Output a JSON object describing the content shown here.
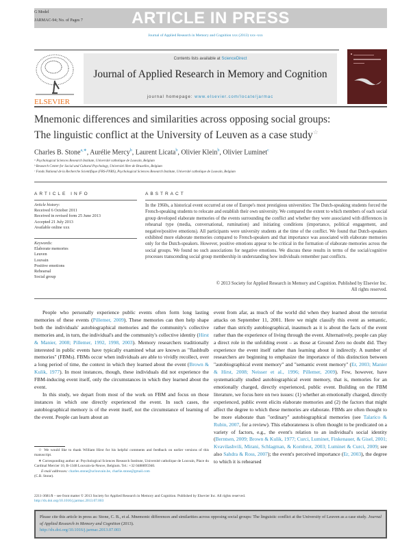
{
  "header": {
    "banner": "ARTICLE IN PRESS",
    "model": "G Model",
    "ref": "JARMAC-94;   No. of Pages 7",
    "journal_line": "Journal of Applied Research in Memory and Cognition xxx (2013) xxx–xxx"
  },
  "masthead": {
    "contents_prefix": "Contents lists available at ",
    "contents_link": "ScienceDirect",
    "journal_title": "Journal of Applied Research in Memory and Cognition",
    "homepage_label": "journal homepage: ",
    "homepage_url": "www.elsevier.com/locate/jarmac",
    "publisher_logo": "ELSEVIER"
  },
  "article": {
    "title_line1": "Mnemonic differences and similarities across opposing social groups:",
    "title_line2": "The linguistic conflict at the University of Leuven as a case study",
    "title_mark": "☆",
    "authors": [
      {
        "name": "Charles B. Stone",
        "sup": "a,∗"
      },
      {
        "name": "Aurélie Mercy",
        "sup": "b"
      },
      {
        "name": "Laurent Licata",
        "sup": "b"
      },
      {
        "name": "Olivier Klein",
        "sup": "b"
      },
      {
        "name": "Olivier Luminet",
        "sup": "c"
      }
    ],
    "affiliations": [
      "ᵃ Psychological Sciences Research Institute, Université catholique de Louvain, Belgium",
      "ᵇ Research Center for Social and Cultural Psychology, Université libre de Bruxelles, Belgium",
      "ᶜ Fonds National de la Recherche Scientifique (FRS-FNRS), Psychological Sciences Research Institute, Université catholique de Louvain, Belgium"
    ]
  },
  "info": {
    "heading": "ARTICLE INFO",
    "history_label": "Article history:",
    "history": [
      "Received 6 October 2011",
      "Received in revised form 25 June 2013",
      "Accepted 21 July 2013",
      "Available online xxx"
    ],
    "keywords_label": "Keywords:",
    "keywords": [
      "Elaborate memories",
      "Leuven",
      "Louvain",
      "Positive emotions",
      "Rehearsal",
      "Social group"
    ]
  },
  "abstract": {
    "heading": "ABSTRACT",
    "text": "In the 1960s, a historical event occurred at one of Europe's most prestigious universities: The Dutch-speaking students forced the French-speaking students to relocate and establish their own university. We compared the extent to which members of each social group developed elaborate memories of the events surrounding the conflict and whether they were associated with differences in rehearsal type (media, conversational, rumination) and initiating conditions (importance, political engagement, and negative/positive emotions). All participants were university students at the time of the conflict. We found that Dutch-speakers exhibited more elaborate memories compared to French-speakers and that importance was associated with elaborate memories only for the Dutch-speakers. However, positive emotions appear to be critical in the formation of elaborate memories across the social groups. We found no such associations for negative emotions. We discuss these results in terms of the social/cognitive processes transcending social group membership in understanding how individuals remember past conflicts.",
    "copyright_line1": "© 2013 Society for Applied Research in Memory and Cognition. Published by Elsevier Inc.",
    "copyright_line2": "All rights reserved."
  },
  "body": {
    "left": [
      [
        {
          "t": "People who personally experience public events often form long lasting memories of these events ("
        },
        {
          "t": "Pillemer, 2009",
          "link": true
        },
        {
          "t": "). These memories can then help shape both the individuals' autobiographical memories and the community's collective memories and, in turn, the individual's and the community's collective identity ("
        },
        {
          "t": "Hirst & Manier, 2008; Pillemer, 1992, 1998, 2003",
          "link": true
        },
        {
          "t": "). Memory researchers traditionally interested in public events have typically examined what are known as \"flashbulb memories\" (FBMs). FBMs occur when individuals are able to vividly recollect, over a long period of time, the context in which they learned about the event ("
        },
        {
          "t": "Brown & Kulik, 1977",
          "link": true
        },
        {
          "t": "). In most instances, though, these individuals did not experience the FBM-inducing event itself, only the circumstances in which they learned about the event."
        }
      ],
      [
        {
          "t": "In this study, we depart from most of the work on FBM and focus on those instances in which one directly experienced the event. In such cases, the autobiographical memory is of the event itself, not the circumstance of learning of the event. People can learn about an"
        }
      ]
    ],
    "right": [
      [
        {
          "t": "event from afar, as much of the world did when they learned about the terrorist attacks on September 11, 2001. Here we might classify this event as semantic, rather than strictly autobiographical, inasmuch as it is about the facts of the event rather than the experience of living through the event. Alternatively, people can play a direct role in the unfolding event – as those at Ground Zero no doubt did. They experience the event itself rather than learning about it indirectly. A number of researchers are beginning to emphasize the importance of this distinction between \"autobiographical event memory\" and \"semantic event memory\" ("
        },
        {
          "t": "Er, 2003; Manier & Hirst, 2008; Neisser et al., 1996; Pillemer, 2009",
          "link": true
        },
        {
          "t": "). Few, however, have systematically studied autobiographical event memory, that is, memories for an emotionally charged, directly experienced, public event. Building on the FBM literature, we focus here on two issues: (1) whether an emotionally charged, directly experienced, public event elicits elaborate memories and (2) the factors that might affect the degree to which these memories are elaborate. FBMs are often thought to be more elaborate than \"ordinary\" autobiographical memories (see "
        },
        {
          "t": "Talarico & Rubin, 2007",
          "link": true
        },
        {
          "t": ", for a review). This elaborateness is often thought to be predicated on a variety of factors, e.g., the event's relation to an individual's social identity ("
        },
        {
          "t": "Berntsen, 2009; Brown & Kulik, 1977; Curci, Luminet, Finkenauer, & Gisel, 2001; Kvavilashvili, Mirani, Schlagman, & Kornbrot, 2003; Luminet & Curci, 2009",
          "link": true
        },
        {
          "t": "; see also "
        },
        {
          "t": "Sahdra & Ross, 2007",
          "link": true
        },
        {
          "t": "); the event's perceived importance ("
        },
        {
          "t": "Er, 2003",
          "link": true
        },
        {
          "t": "), the degree to which it is rehearsed"
        }
      ]
    ]
  },
  "footnotes": {
    "star_note": "☆  We would like to thank William Hirst for his helpful comments and feedback on earlier versions of this manuscript.",
    "corresponding": "∗ Corresponding author at: Psychological Sciences Research Institute, Université catholique de Louvain, Place du Cardinal Mercier 10, B-1348 Louvain-la-Neuve, Belgium. Tel.: +32 0488895940.",
    "email_label": "E-mail addresses: ",
    "emails": "charles.stone@uclouvain.be, charlie.stone@gmail.com",
    "email_suffix": "(C.B. Stone).",
    "issn": "2211-3681/$ – see front matter © 2013 Society for Applied Research in Memory and Cognition. Published by Elsevier Inc. All rights reserved.",
    "doi": "http://dx.doi.org/10.1016/j.jarmac.2013.07.003"
  },
  "cite": {
    "text": "Please cite this article in press as: Stone, C. B., et al. Mnemonic differences and similarities across opposing social groups: The linguistic conflict at the University of Leuven as a case study. ",
    "journal": "Journal of Applied Research in Memory and Cognition",
    "year": " (2013).",
    "doi": "http://dx.doi.org/10.1016/j.jarmac.2013.07.003"
  },
  "colors": {
    "link": "#2a8dbf",
    "banner": "#c8c8c8",
    "elsevier": "#e9711c",
    "cover": "#5a1e1e"
  }
}
